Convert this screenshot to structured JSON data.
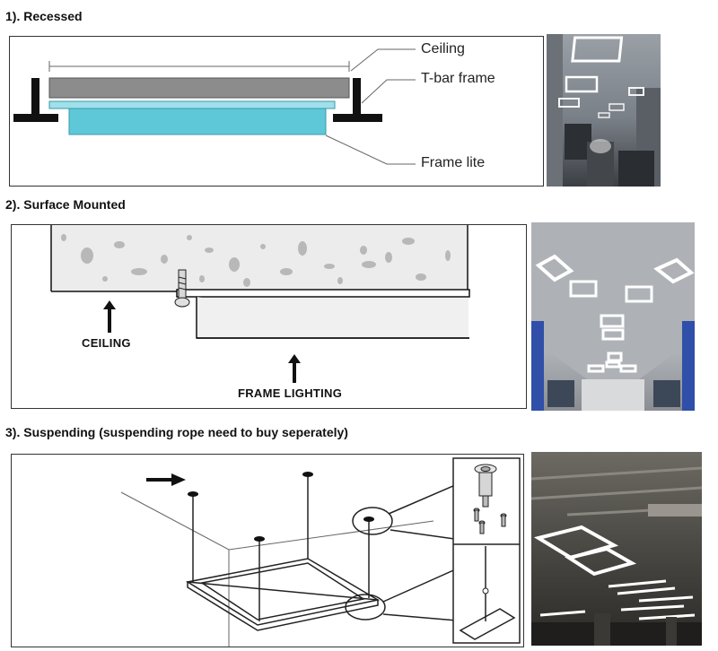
{
  "sections": {
    "recessed": {
      "title": "1). Recessed",
      "labels": {
        "ceiling": "Ceiling",
        "tbar": "T-bar frame",
        "frame_lite": "Frame lite"
      }
    },
    "surface": {
      "title": "2). Surface Mounted",
      "labels": {
        "ceiling": "CEILING",
        "frame_lighting": "FRAME LIGHTING"
      }
    },
    "suspending": {
      "title": "3). Suspending (suspending rope need to buy seperately)"
    }
  },
  "colors": {
    "ceiling_gray": "#8c8c8c",
    "panel_cyan": "#5ec8d8",
    "panel_cyan_light": "#9fe0ea",
    "concrete": "#ececec",
    "stone": "#b8b8b8"
  }
}
